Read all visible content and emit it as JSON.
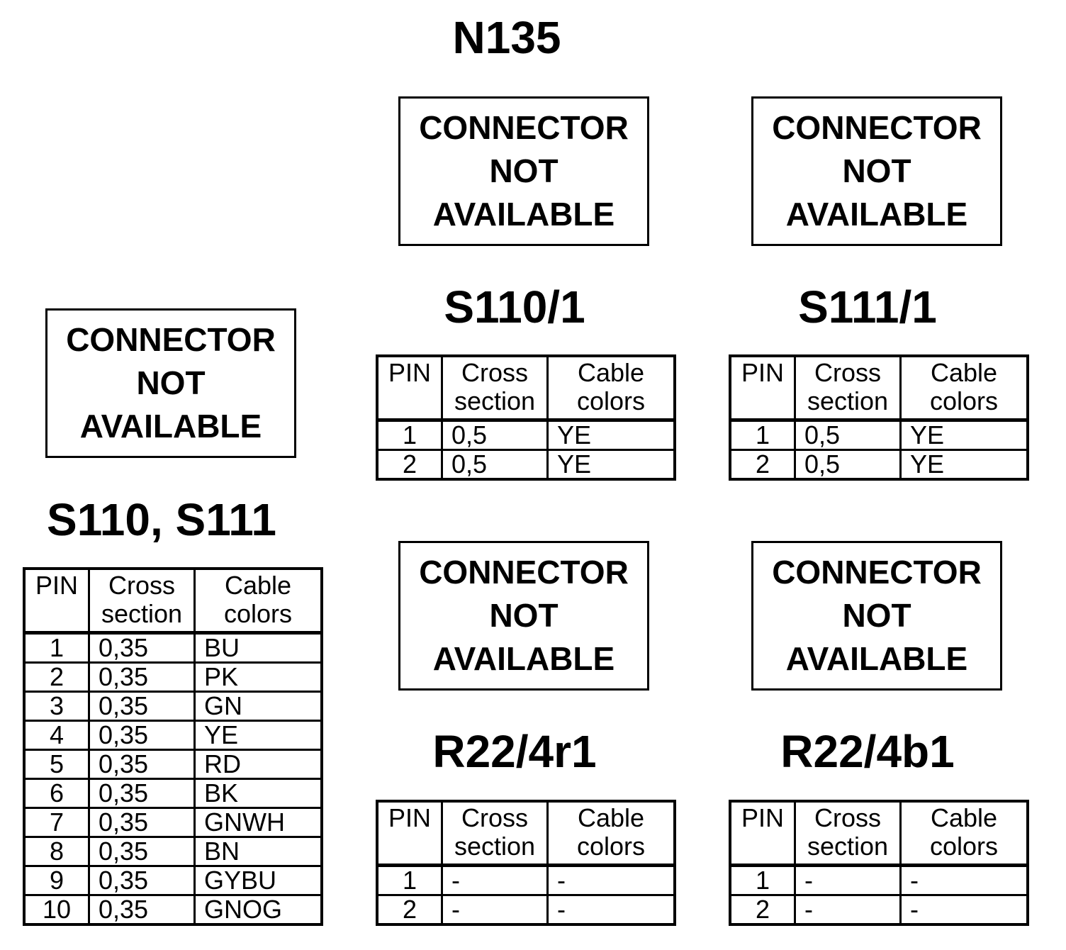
{
  "title_main": "N135",
  "not_available_lines": [
    "CONNECTOR",
    "NOT",
    "AVAILABLE"
  ],
  "headers": {
    "pin": "PIN",
    "cross": [
      "Cross",
      "section"
    ],
    "colors": [
      "Cable",
      "colors"
    ]
  },
  "connectors": [
    {
      "id": "s110-s111",
      "title": "S110, S111",
      "rows": [
        [
          "1",
          "0,35",
          "BU"
        ],
        [
          "2",
          "0,35",
          "PK"
        ],
        [
          "3",
          "0,35",
          "GN"
        ],
        [
          "4",
          "0,35",
          "YE"
        ],
        [
          "5",
          "0,35",
          "RD"
        ],
        [
          "6",
          "0,35",
          "BK"
        ],
        [
          "7",
          "0,35",
          "GNWH"
        ],
        [
          "8",
          "0,35",
          "BN"
        ],
        [
          "9",
          "0,35",
          "GYBU"
        ],
        [
          "10",
          "0,35",
          "GNOG"
        ]
      ]
    },
    {
      "id": "s110-1",
      "title": "S110/1",
      "rows": [
        [
          "1",
          "0,5",
          "YE"
        ],
        [
          "2",
          "0,5",
          "YE"
        ]
      ]
    },
    {
      "id": "s111-1",
      "title": "S111/1",
      "rows": [
        [
          "1",
          "0,5",
          "YE"
        ],
        [
          "2",
          "0,5",
          "YE"
        ]
      ]
    },
    {
      "id": "r22-4r1",
      "title": "R22/4r1",
      "rows": [
        [
          "1",
          "-",
          "-"
        ],
        [
          "2",
          "-",
          "-"
        ]
      ]
    },
    {
      "id": "r22-4b1",
      "title": "R22/4b1",
      "rows": [
        [
          "1",
          "-",
          "-"
        ],
        [
          "2",
          "-",
          "-"
        ]
      ]
    }
  ]
}
